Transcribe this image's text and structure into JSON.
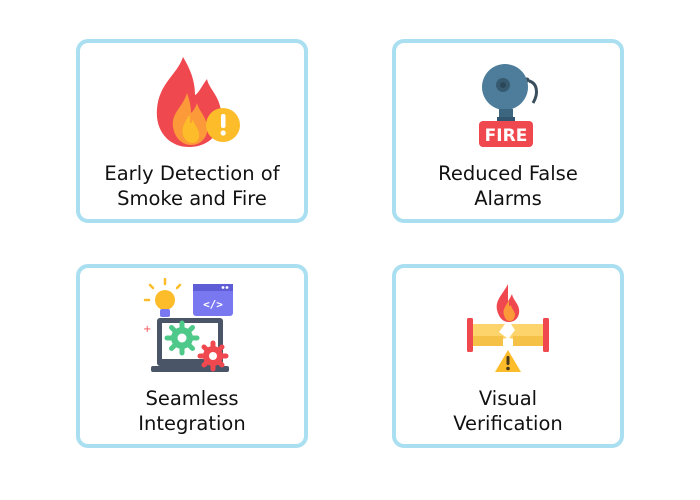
{
  "cards": [
    {
      "label": "Early Detection of\nSmoke and Fire",
      "icon": "fire-warning-icon"
    },
    {
      "label": "Reduced False\nAlarms",
      "icon": "fire-alarm-bell-icon",
      "icon_text": "FIRE"
    },
    {
      "label": "Seamless\nIntegration",
      "icon": "integration-icon",
      "icon_text": "</>"
    },
    {
      "label": "Visual\nVerification",
      "icon": "broken-pipe-fire-icon"
    }
  ],
  "colors": {
    "card_border": "#a9dff0",
    "fire_red": "#f0484f",
    "fire_orange": "#fc9a3a",
    "warning_yellow": "#fdbd2a",
    "bell_blue": "#4d7d9a",
    "purple": "#7a78f0",
    "green": "#4fc98a"
  }
}
